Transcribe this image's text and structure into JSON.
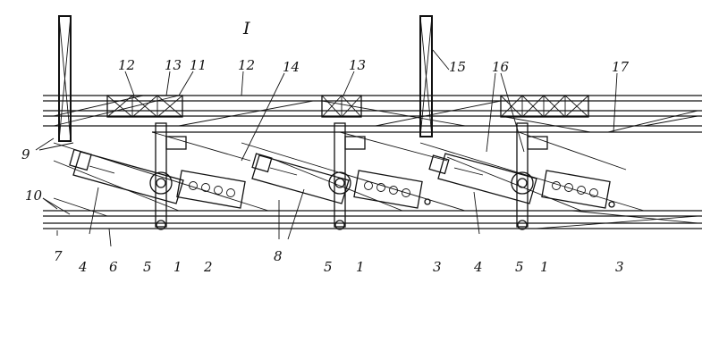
{
  "diagram": {
    "title": "I",
    "labels": {
      "l1a": "1",
      "l1b": "1",
      "l1c": "1",
      "l2": "2",
      "l3a": "3",
      "l3b": "3",
      "l4a": "4",
      "l4b": "4",
      "l5a": "5",
      "l5b": "5",
      "l5c": "5",
      "l6": "6",
      "l7": "7",
      "l8": "8",
      "l9": "9",
      "l10": "10",
      "l11": "11",
      "l12a": "12",
      "l12b": "12",
      "l13a": "13",
      "l13b": "13",
      "l14": "14",
      "l15": "15",
      "l16": "16",
      "l17": "17"
    }
  }
}
